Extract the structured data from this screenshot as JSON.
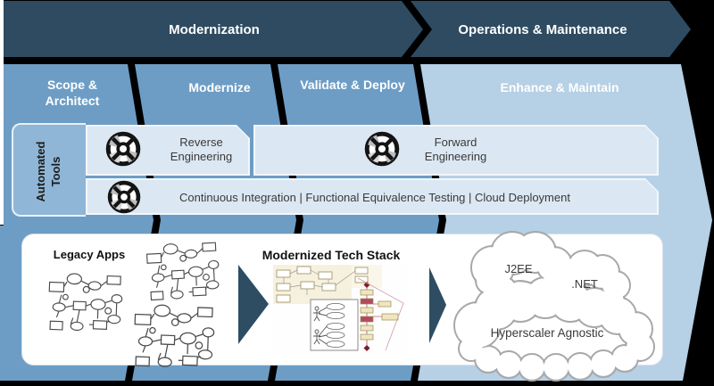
{
  "top_banner": {
    "items": [
      {
        "label": "Modernization"
      },
      {
        "label": "Operations & Maintenance"
      }
    ]
  },
  "phase_banner": {
    "items": [
      {
        "label": "Scope & Architect"
      },
      {
        "label": "Modernize"
      },
      {
        "label": "Validate & Deploy"
      },
      {
        "label": "Enhance & Maintain"
      }
    ]
  },
  "automated_tools": {
    "sidebar_label": "Automated Tools",
    "rows": {
      "reverse": "Reverse Engineering",
      "forward": "Forward Engineering",
      "pipeline": "Continuous Integration | Functional Equivalence Testing | Cloud Deployment"
    },
    "icon": "gear-icon"
  },
  "transformation": {
    "legacy_label": "Legacy Apps",
    "modernized_label": "Modernized Tech Stack",
    "clouds": {
      "j2ee": "J2EE",
      "dotnet": ".NET",
      "hyperscaler": "Hyperscaler Agnostic"
    }
  },
  "colors": {
    "dark_band": "#2e4b61",
    "phase_blue": "#6d9dc5",
    "phase_light_blue": "#b6d0e6",
    "tools_sidebar": "#8fb6d6",
    "tool_box_fill": "#dbe7f2",
    "separator": "#000000",
    "arrow_dark": "#2e4d63",
    "cloud_stroke": "#a8a8a8"
  }
}
